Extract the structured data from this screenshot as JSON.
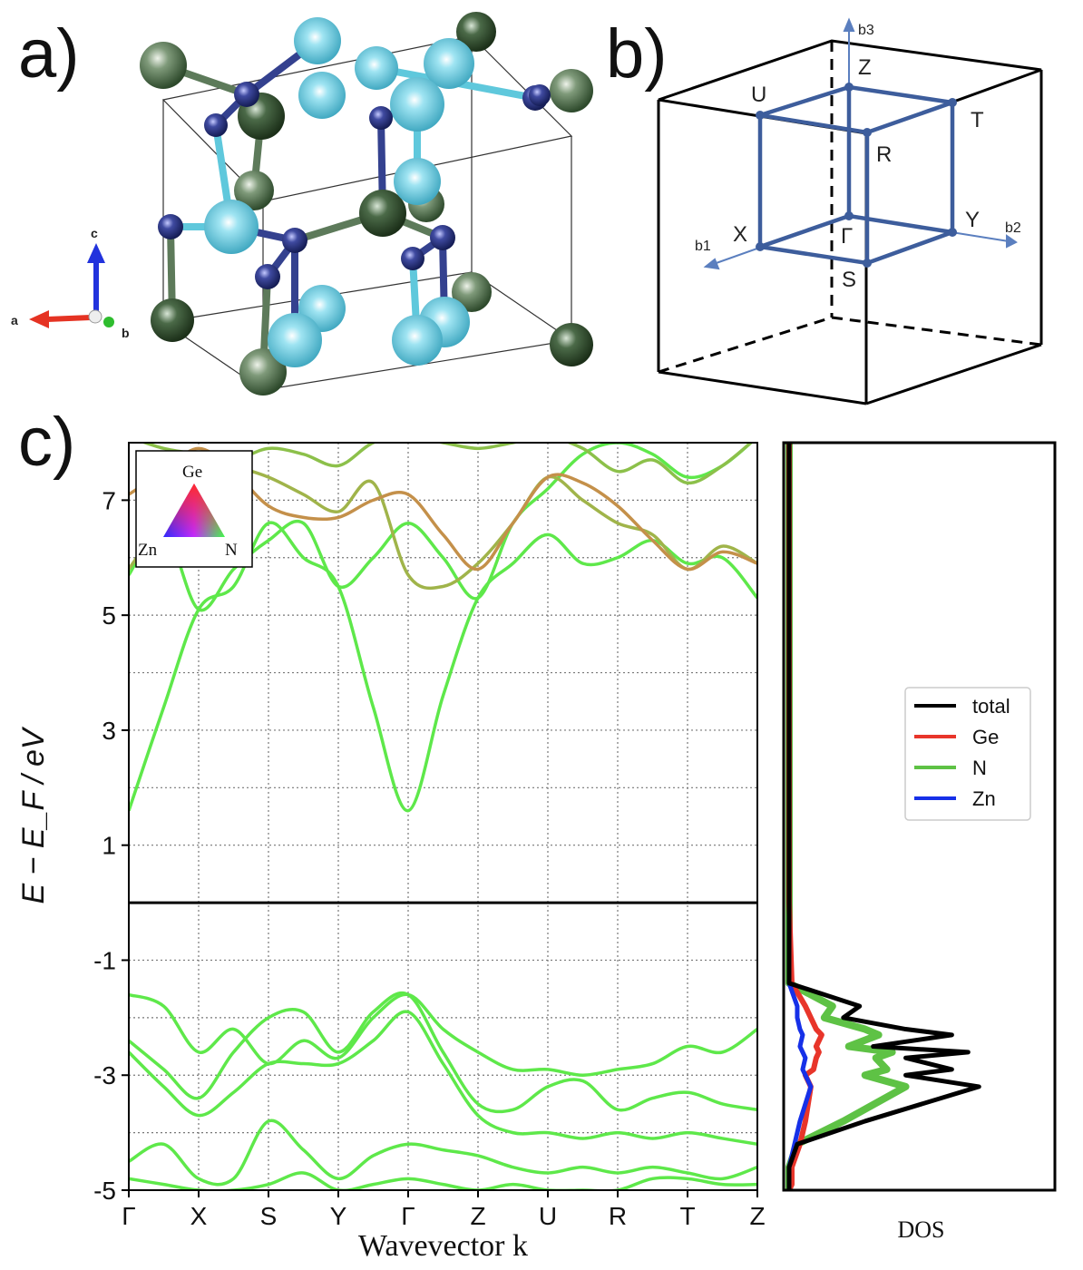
{
  "panels": {
    "a": "a)",
    "b": "b)",
    "c": "c)"
  },
  "axes_indicator": {
    "a": "a",
    "b": "b",
    "c": "c",
    "colors": {
      "a": "#e53323",
      "b": "#2ebd2e",
      "c": "#2233dd"
    }
  },
  "atoms": {
    "Ge_color": "#5d7a5a",
    "Zn_color": "#5fc8dc",
    "N_color": "#34418f"
  },
  "brillouin_zone": {
    "points": [
      "Z",
      "U",
      "T",
      "R",
      "X",
      "Γ",
      "Y",
      "S"
    ],
    "vectors": [
      "b1",
      "b2",
      "b3"
    ]
  },
  "ternary_legend": {
    "top": "Ge",
    "left": "Zn",
    "right": "N"
  },
  "dos_legend": [
    {
      "label": "total",
      "color": "#000000"
    },
    {
      "label": "Ge",
      "color": "#e8352a"
    },
    {
      "label": "N",
      "color": "#5ec245"
    },
    {
      "label": "Zn",
      "color": "#1630e8"
    }
  ],
  "chart_data": [
    {
      "type": "line",
      "xlabel": "Wavevector k",
      "ylabel": "E − E_F / eV",
      "ylim": [
        -5,
        8
      ],
      "yticks": [
        -5,
        -3,
        -1,
        1,
        3,
        5,
        7
      ],
      "ytick_labels": [
        "-5",
        "-3",
        "-1",
        "1",
        "3",
        "5",
        "7"
      ],
      "xticks": [
        "Γ",
        "X",
        "S",
        "Y",
        "Γ",
        "Z",
        "U",
        "R",
        "T",
        "Z"
      ],
      "grid": true,
      "fermi_level": 0,
      "series": [
        {
          "color": "#5ee84a",
          "points": [
            [
              0,
              -1.6
            ],
            [
              0.5,
              -1.8
            ],
            [
              1,
              -2.6
            ],
            [
              1.5,
              -2.2
            ],
            [
              2,
              -2.8
            ],
            [
              2.5,
              -2.4
            ],
            [
              3,
              -2.7
            ],
            [
              3.5,
              -2.0
            ],
            [
              4,
              -1.6
            ],
            [
              4.5,
              -2.2
            ],
            [
              5,
              -2.6
            ],
            [
              5.5,
              -2.9
            ],
            [
              6,
              -2.9
            ],
            [
              6.5,
              -3.0
            ],
            [
              7,
              -2.9
            ],
            [
              7.5,
              -2.8
            ],
            [
              8,
              -2.5
            ],
            [
              8.5,
              -2.6
            ],
            [
              9,
              -2.2
            ]
          ]
        },
        {
          "color": "#5ee84a",
          "points": [
            [
              0,
              -2.4
            ],
            [
              0.5,
              -2.9
            ],
            [
              1,
              -3.4
            ],
            [
              1.5,
              -2.6
            ],
            [
              2,
              -2.0
            ],
            [
              2.5,
              -1.9
            ],
            [
              3,
              -2.6
            ],
            [
              3.5,
              -1.9
            ],
            [
              4,
              -1.6
            ],
            [
              4.5,
              -2.6
            ],
            [
              5,
              -3.5
            ],
            [
              5.5,
              -3.6
            ],
            [
              6,
              -3.2
            ],
            [
              6.5,
              -3.1
            ],
            [
              7,
              -3.6
            ],
            [
              7.5,
              -3.4
            ],
            [
              8,
              -3.3
            ],
            [
              8.5,
              -3.5
            ],
            [
              9,
              -3.6
            ]
          ]
        },
        {
          "color": "#5ee84a",
          "points": [
            [
              0,
              -2.6
            ],
            [
              0.5,
              -3.2
            ],
            [
              1,
              -3.7
            ],
            [
              1.5,
              -3.3
            ],
            [
              2,
              -2.8
            ],
            [
              2.5,
              -2.8
            ],
            [
              3,
              -2.8
            ],
            [
              3.5,
              -2.4
            ],
            [
              4,
              -1.9
            ],
            [
              4.5,
              -2.8
            ],
            [
              5,
              -3.7
            ],
            [
              5.5,
              -4.0
            ],
            [
              6,
              -4.0
            ],
            [
              6.5,
              -4.1
            ],
            [
              7,
              -4.0
            ],
            [
              7.5,
              -4.1
            ],
            [
              8,
              -4.0
            ],
            [
              8.5,
              -4.1
            ],
            [
              9,
              -4.2
            ]
          ]
        },
        {
          "color": "#5ee84a",
          "points": [
            [
              0,
              -4.5
            ],
            [
              0.5,
              -4.2
            ],
            [
              1,
              -4.8
            ],
            [
              1.5,
              -4.8
            ],
            [
              2,
              -3.8
            ],
            [
              2.5,
              -4.3
            ],
            [
              3,
              -4.8
            ],
            [
              3.5,
              -4.4
            ],
            [
              4,
              -4.2
            ],
            [
              4.5,
              -4.3
            ],
            [
              5,
              -4.4
            ],
            [
              5.5,
              -4.6
            ],
            [
              6,
              -4.7
            ],
            [
              6.5,
              -4.6
            ],
            [
              7,
              -4.7
            ],
            [
              7.5,
              -4.6
            ],
            [
              8,
              -4.7
            ],
            [
              8.5,
              -4.8
            ],
            [
              9,
              -4.6
            ]
          ]
        },
        {
          "color": "#5ee84a",
          "points": [
            [
              0,
              -4.8
            ],
            [
              0.5,
              -4.9
            ],
            [
              1,
              -5.0
            ],
            [
              1.5,
              -5.0
            ],
            [
              2,
              -4.9
            ],
            [
              2.5,
              -4.7
            ],
            [
              3,
              -5.0
            ],
            [
              3.5,
              -4.9
            ],
            [
              4,
              -4.8
            ],
            [
              4.5,
              -4.9
            ],
            [
              5,
              -5.0
            ],
            [
              5.5,
              -4.9
            ],
            [
              6,
              -5.0
            ],
            [
              6.5,
              -5.0
            ],
            [
              7,
              -5.0
            ],
            [
              7.5,
              -4.8
            ],
            [
              8,
              -4.8
            ],
            [
              8.5,
              -4.9
            ],
            [
              9,
              -4.9
            ]
          ]
        },
        {
          "color": "#5ee84a",
          "points": [
            [
              0,
              1.6
            ],
            [
              0.5,
              3.4
            ],
            [
              1,
              5.1
            ],
            [
              1.5,
              5.5
            ],
            [
              2,
              6.6
            ],
            [
              2.5,
              6.0
            ],
            [
              3,
              5.5
            ],
            [
              3.5,
              3.4
            ],
            [
              4,
              1.6
            ],
            [
              4.5,
              3.6
            ],
            [
              5,
              5.3
            ],
            [
              5.5,
              5.9
            ],
            [
              6,
              6.4
            ],
            [
              6.5,
              5.9
            ],
            [
              7,
              6.0
            ],
            [
              7.5,
              6.3
            ],
            [
              8,
              5.9
            ],
            [
              8.5,
              6.0
            ],
            [
              9,
              5.3
            ]
          ]
        },
        {
          "color": "#5ee84a",
          "points": [
            [
              0,
              5.7
            ],
            [
              0.5,
              6.5
            ],
            [
              1,
              5.1
            ],
            [
              1.5,
              5.8
            ],
            [
              2,
              6.3
            ],
            [
              2.5,
              6.6
            ],
            [
              3,
              5.5
            ],
            [
              3.5,
              6.0
            ],
            [
              4,
              6.6
            ],
            [
              4.5,
              6.0
            ],
            [
              5,
              5.3
            ],
            [
              5.5,
              6.6
            ],
            [
              6,
              7.2
            ],
            [
              6.5,
              7.8
            ],
            [
              7,
              8.0
            ],
            [
              7.5,
              7.8
            ],
            [
              8,
              7.4
            ],
            [
              8.5,
              7.6
            ],
            [
              9,
              8.1
            ]
          ]
        },
        {
          "color": "#a0b44a",
          "points": [
            [
              0,
              5.8
            ],
            [
              0.5,
              6.7
            ],
            [
              1,
              7.8
            ],
            [
              1.5,
              7.6
            ],
            [
              2,
              7.4
            ],
            [
              2.5,
              7.1
            ],
            [
              3,
              6.8
            ],
            [
              3.5,
              7.3
            ],
            [
              4,
              5.7
            ],
            [
              4.5,
              5.5
            ],
            [
              5,
              5.9
            ],
            [
              5.5,
              6.6
            ],
            [
              6,
              7.4
            ],
            [
              6.5,
              7.0
            ],
            [
              7,
              6.6
            ],
            [
              7.5,
              6.4
            ],
            [
              8,
              5.8
            ],
            [
              8.5,
              6.2
            ],
            [
              9,
              5.9
            ]
          ]
        },
        {
          "color": "#c4904a",
          "points": [
            [
              0,
              7.1
            ],
            [
              0.5,
              7.5
            ],
            [
              1,
              7.9
            ],
            [
              1.5,
              7.5
            ],
            [
              2,
              6.9
            ],
            [
              2.5,
              6.7
            ],
            [
              3,
              6.7
            ],
            [
              3.5,
              7.0
            ],
            [
              4,
              7.1
            ],
            [
              4.5,
              6.4
            ],
            [
              5,
              5.8
            ],
            [
              5.5,
              6.6
            ],
            [
              6,
              7.4
            ],
            [
              6.5,
              7.3
            ],
            [
              7,
              6.9
            ],
            [
              7.5,
              6.3
            ],
            [
              8,
              5.8
            ],
            [
              8.5,
              6.1
            ],
            [
              9,
              5.9
            ]
          ]
        },
        {
          "color": "#8cc04a",
          "points": [
            [
              0,
              8.1
            ],
            [
              0.5,
              7.9
            ],
            [
              1,
              7.8
            ],
            [
              1.5,
              7.7
            ],
            [
              2,
              7.9
            ],
            [
              2.5,
              7.8
            ],
            [
              3,
              7.6
            ],
            [
              3.5,
              8.0
            ],
            [
              4,
              8.1
            ],
            [
              4.5,
              8.0
            ],
            [
              5,
              7.9
            ],
            [
              5.5,
              8.0
            ],
            [
              6,
              8.1
            ],
            [
              6.5,
              7.9
            ],
            [
              7,
              7.5
            ],
            [
              7.5,
              7.7
            ],
            [
              8,
              7.3
            ],
            [
              8.5,
              7.6
            ],
            [
              9,
              8.1
            ]
          ]
        }
      ]
    },
    {
      "type": "line",
      "xlabel": "DOS",
      "ylim": [
        -5,
        8
      ],
      "series": [
        {
          "name": "total",
          "color": "#000000",
          "x": [
            0.02,
            0.02,
            0.02,
            0.05,
            0.3,
            0.72,
            0.45,
            0.62,
            0.45,
            0.68,
            0.33,
            0.62,
            0.45,
            0.22,
            0.28,
            0.02,
            0.02,
            0.02,
            0.02,
            0.02
          ],
          "y": [
            -5,
            -4.9,
            -4.6,
            -4.2,
            -3.8,
            -3.2,
            -3.0,
            -2.9,
            -2.7,
            -2.6,
            -2.5,
            -2.3,
            -2.2,
            -2.0,
            -1.8,
            -1.4,
            0,
            3.0,
            4.0,
            8.0
          ]
        },
        {
          "name": "Ge",
          "color": "#e8352a",
          "x": [
            0.02,
            0.03,
            0.03,
            0.06,
            0.08,
            0.1,
            0.08,
            0.11,
            0.12,
            0.13,
            0.12,
            0.14,
            0.12,
            0.1,
            0.08,
            0.03,
            0.02,
            0.02,
            0.02,
            0.02
          ],
          "y": [
            -5,
            -4.9,
            -4.6,
            -4.2,
            -3.8,
            -3.2,
            -3.0,
            -2.9,
            -2.7,
            -2.6,
            -2.5,
            -2.3,
            -2.2,
            -2.0,
            -1.8,
            -1.4,
            0,
            3.0,
            4.0,
            8.0
          ]
        },
        {
          "name": "N",
          "color": "#5ec245",
          "x": [
            0.02,
            0.02,
            0.02,
            0.05,
            0.22,
            0.45,
            0.3,
            0.38,
            0.34,
            0.4,
            0.24,
            0.35,
            0.3,
            0.15,
            0.18,
            0.02,
            0.02,
            0.02,
            0.02,
            0.02
          ],
          "y": [
            -5,
            -4.9,
            -4.6,
            -4.2,
            -3.8,
            -3.2,
            -3.0,
            -2.9,
            -2.7,
            -2.6,
            -2.5,
            -2.3,
            -2.2,
            -2.0,
            -1.8,
            -1.4,
            0,
            3.0,
            4.0,
            8.0
          ]
        },
        {
          "name": "Zn",
          "color": "#1630e8",
          "x": [
            0.02,
            0.02,
            0.02,
            0.04,
            0.06,
            0.1,
            0.08,
            0.07,
            0.08,
            0.07,
            0.06,
            0.07,
            0.06,
            0.05,
            0.05,
            0.02,
            0.02,
            0.02,
            0.02,
            0.02
          ],
          "y": [
            -5,
            -4.9,
            -4.6,
            -4.2,
            -3.8,
            -3.2,
            -3.0,
            -2.9,
            -2.7,
            -2.6,
            -2.5,
            -2.3,
            -2.2,
            -2.0,
            -1.8,
            -1.4,
            0,
            3.0,
            4.0,
            8.0
          ]
        }
      ]
    }
  ]
}
